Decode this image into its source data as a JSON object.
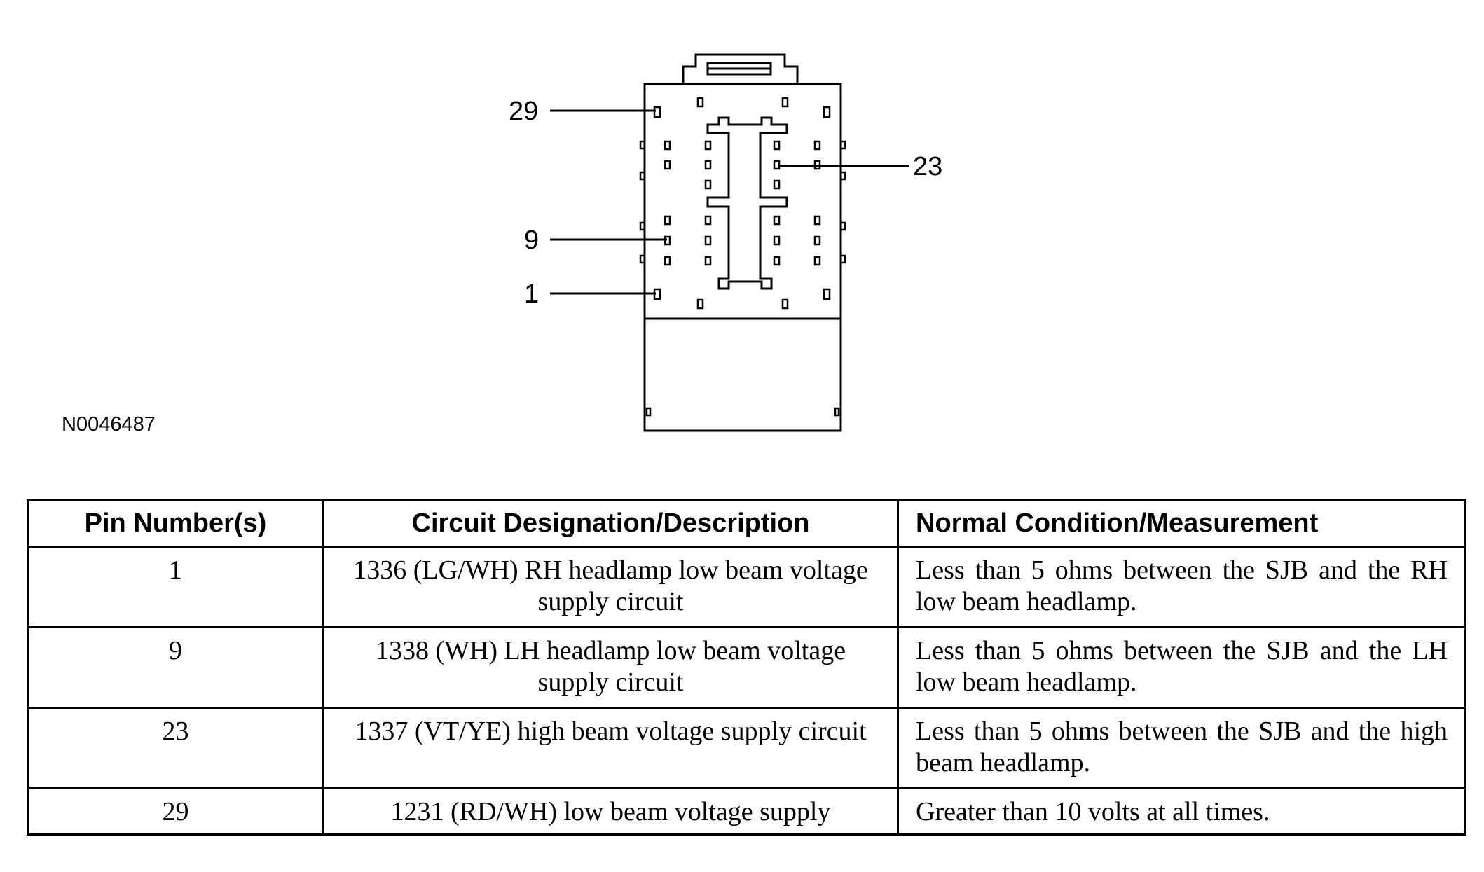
{
  "figure_id": "N0046487",
  "pin_callouts": [
    {
      "pin": "29",
      "label": "29"
    },
    {
      "pin": "23",
      "label": "23"
    },
    {
      "pin": "9",
      "label": "9"
    },
    {
      "pin": "1",
      "label": "1"
    }
  ],
  "table": {
    "headers": [
      "Pin Number(s)",
      "Circuit Designation/Description",
      "Normal Condition/Measurement"
    ],
    "rows": [
      {
        "pin": "1",
        "circuit": "1336 (LG/WH) RH headlamp low beam voltage supply circuit",
        "measurement": "Less than 5 ohms between the SJB and the RH low beam headlamp."
      },
      {
        "pin": "9",
        "circuit": "1338 (WH) LH headlamp low beam voltage supply circuit",
        "measurement": "Less than 5 ohms between the SJB and the LH low beam headlamp."
      },
      {
        "pin": "23",
        "circuit": "1337 (VT/YE) high beam voltage supply circuit",
        "measurement": "Less than 5 ohms between the SJB and the high beam headlamp."
      },
      {
        "pin": "29",
        "circuit": "1231 (RD/WH) low beam voltage supply",
        "measurement": "Greater than 10 volts at all times."
      }
    ]
  }
}
